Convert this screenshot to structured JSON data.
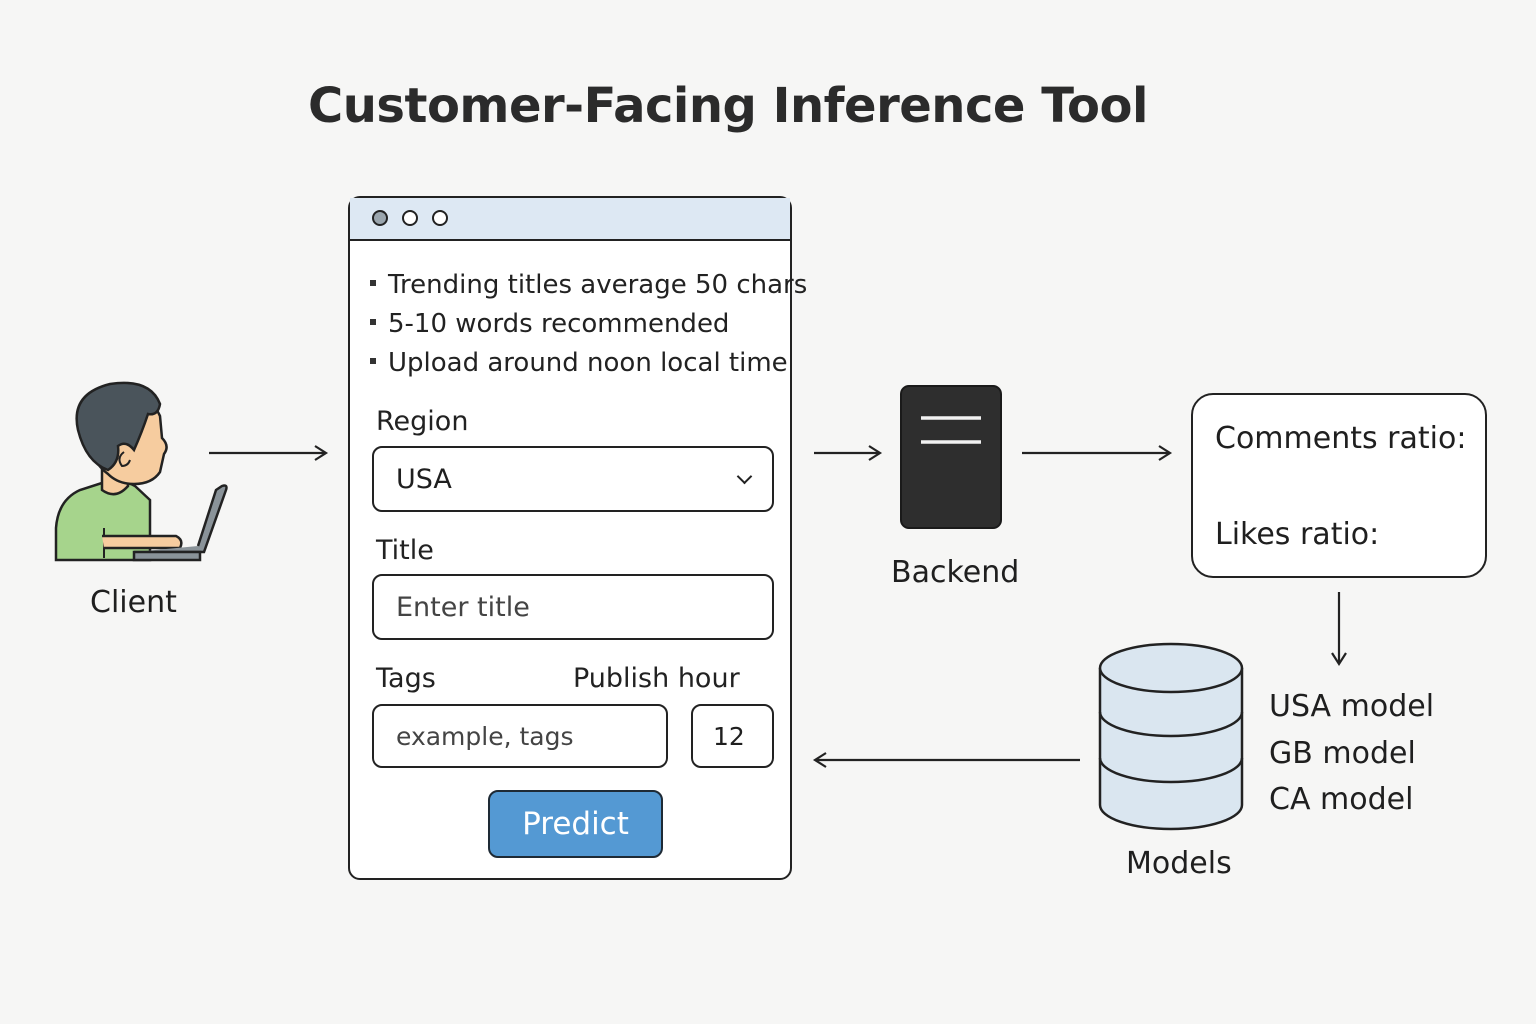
{
  "title": "Customer-Facing Inference Tool",
  "client": {
    "label": "Client"
  },
  "form": {
    "tips": [
      "Trending titles average 50 chars",
      "5-10 words recommended",
      "Upload around noon local time"
    ],
    "region": {
      "label": "Region",
      "value": "USA"
    },
    "title_field": {
      "label": "Title",
      "placeholder": "Enter title"
    },
    "tags_field": {
      "label": "Tags",
      "placeholder": "example, tags"
    },
    "publish_hour": {
      "label": "Publish hour",
      "value": "12"
    },
    "predict_label": "Predict"
  },
  "backend": {
    "label": "Backend"
  },
  "results": {
    "comments_label": "Comments ratio:",
    "likes_label": "Likes ratio:"
  },
  "models": {
    "label": "Models",
    "items": [
      "USA model",
      "GB model",
      "CA model"
    ]
  },
  "colors": {
    "background": "#f6f6f5",
    "accent_button": "#5499d3",
    "window_bar": "#dde8f3",
    "database": "#dae6f0",
    "server": "#2e2e2e",
    "client_shirt": "#a6d48c",
    "client_skin": "#f6cc9f",
    "client_hair": "#4a545b"
  }
}
